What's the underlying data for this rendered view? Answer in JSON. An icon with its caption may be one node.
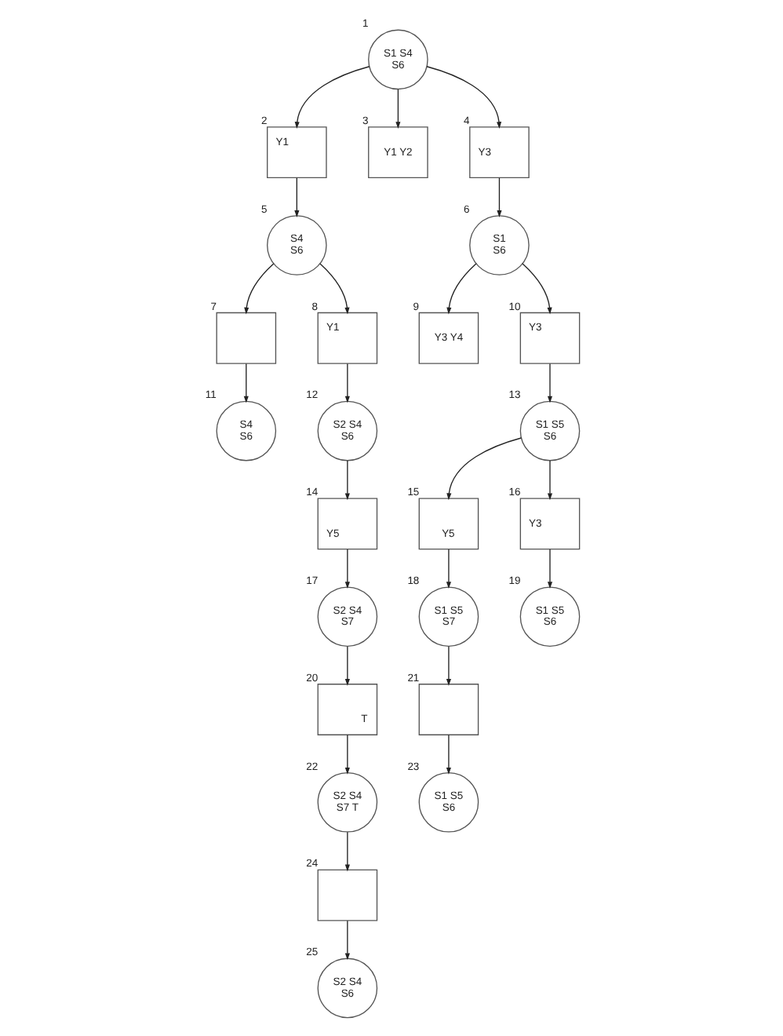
{
  "diagram": {
    "nodes": [
      {
        "text": [
          "S1 S4 S6"
        ],
        "beside": [
          "1"
        ]
      },
      {
        "text": [
          "Y1"
        ],
        "beside": [
          "2"
        ]
      },
      {
        "text": [
          "Y1 Y2"
        ],
        "beside": [
          "3"
        ]
      },
      {
        "text": [
          "Y3"
        ],
        "beside": [
          "4"
        ]
      },
      {
        "text": [
          "S4 S6"
        ],
        "beside": [
          "5"
        ]
      },
      {
        "text": [
          "S1 S6"
        ],
        "beside": [
          "6"
        ]
      },
      {
        "text": [],
        "shape": "box",
        "beside": [
          "7"
        ]
      },
      {
        "text": [
          "Y1"
        ],
        "beside": [
          "8"
        ]
      },
      {
        "text": [
          "Y3 Y4"
        ],
        "beside": [
          "9"
        ]
      },
      {
        "text": [
          "Y3"
        ],
        "beside": [
          "10"
        ]
      },
      {
        "text": [
          "S4 S6"
        ],
        "beside": [
          "11"
        ]
      },
      {
        "text": [
          "S2 S4 S6"
        ],
        "beside": [
          "12"
        ]
      },
      {
        "text": [
          "S1 S5 S6"
        ],
        "beside": [
          "13"
        ]
      },
      {
        "text": [
          "Y5"
        ],
        "beside": [
          "14"
        ]
      },
      {
        "text": [
          "Y5"
        ],
        "beside": [
          "15"
        ]
      },
      {
        "text": [
          "Y3"
        ],
        "beside": [
          "16"
        ]
      },
      {
        "text": [
          "S2 S4 S7"
        ],
        "beside": [
          "17"
        ]
      },
      {
        "text": [
          "S1 S5 S7"
        ],
        "beside": [
          "18"
        ]
      },
      {
        "text": [
          "S1 S5 S6"
        ],
        "beside": [
          "19"
        ]
      },
      {
        "text": [
          "T"
        ],
        "beside": [
          "20"
        ]
      },
      {
        "text": [],
        "shape": "box",
        "beside": [
          "21"
        ]
      },
      {
        "text": [
          "S2 S4 S7 T"
        ],
        "beside": [
          "22"
        ]
      },
      {
        "text": [
          "S1 S5 S6"
        ],
        "beside": [
          "23"
        ]
      },
      {
        "text": [],
        "shape": "box",
        "beside": [
          "24"
        ]
      },
      {
        "text": [
          "S2 S4 S6"
        ],
        "beside": [
          "25"
        ]
      }
    ],
    "edges": [
      {
        "from": 0,
        "to": 1,
        "arrow": "to"
      },
      {
        "from": 0,
        "to": 2,
        "arrow": "to"
      },
      {
        "from": 0,
        "to": 3,
        "arrow": "to"
      },
      {
        "from": 1,
        "to": 4,
        "arrow": "to"
      },
      {
        "from": 3,
        "to": 5,
        "arrow": "to"
      },
      {
        "from": 4,
        "to": 6,
        "arrow": "to"
      },
      {
        "from": 4,
        "to": 7,
        "arrow": "to"
      },
      {
        "from": 5,
        "to": 8,
        "arrow": "to"
      },
      {
        "from": 5,
        "to": 9,
        "arrow": "to"
      },
      {
        "from": 6,
        "to": 10,
        "arrow": "to"
      },
      {
        "from": 7,
        "to": 11,
        "arrow": "to"
      },
      {
        "from": 9,
        "to": 12,
        "arrow": "to"
      },
      {
        "from": 11,
        "to": 13,
        "arrow": "to"
      },
      {
        "from": 12,
        "to": 14,
        "arrow": "to"
      },
      {
        "from": 12,
        "to": 15,
        "arrow": "to"
      },
      {
        "from": 13,
        "to": 16,
        "arrow": "to"
      },
      {
        "from": 14,
        "to": 17,
        "arrow": "to"
      },
      {
        "from": 15,
        "to": 18,
        "arrow": "to"
      },
      {
        "from": 16,
        "to": 19,
        "arrow": "to"
      },
      {
        "from": 17,
        "to": 20,
        "arrow": "to"
      },
      {
        "from": 19,
        "to": 21,
        "arrow": "to"
      },
      {
        "from": 20,
        "to": 22,
        "arrow": "to"
      },
      {
        "from": 21,
        "to": 23,
        "arrow": "to"
      },
      {
        "from": 23,
        "to": 24,
        "arrow": "to"
      }
    ]
  }
}
